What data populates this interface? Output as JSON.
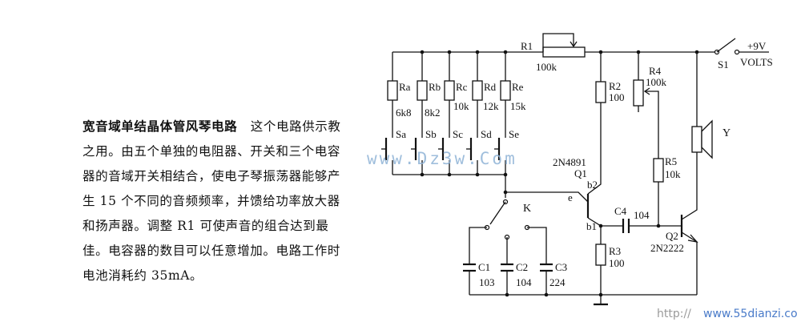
{
  "description": {
    "title": "宽音域单结晶体管风琴电路",
    "body": "这个电路供示教之用。由五个单独的电阻器、开关和三个电容器的音域开关相结合，使电子琴振荡器能够产生 15 个不同的音频频率，并馈给功率放大器和扬声器。调整 R1 可使声音的组合达到最佳。电容器的数目可以任意增加。电路工作时电池消耗约 35mA。"
  },
  "labels": {
    "r1": "R1",
    "r1_val": "100k",
    "s1": "S1",
    "vplus": "+9V",
    "volts": "VOLTS",
    "ra": "Ra",
    "ra_val": "6k8",
    "rb": "Rb",
    "rb_val": "8k2",
    "rc": "Rc",
    "rc_val": "10k",
    "rd": "Rd",
    "rd_val": "12k",
    "re": "Re",
    "re_val": "15k",
    "sa": "Sa",
    "sb": "Sb",
    "sc": "Sc",
    "sd": "Sd",
    "se": "Se",
    "r2": "R2",
    "r2_val": "100",
    "r4": "R4",
    "r4_val": "100k",
    "r5": "R5",
    "r5_val": "10k",
    "r3": "R3",
    "r3_val": "100",
    "q1_type": "2N4891",
    "q1": "Q1",
    "e": "e",
    "b1": "b1",
    "b2": "b2",
    "k": "K",
    "c1": "C1",
    "c1_val": "103",
    "c2": "C2",
    "c2_val": "104",
    "c3": "C3",
    "c3_val": "224",
    "c4": "C4",
    "c4_val": "104",
    "q2": "Q2",
    "q2_type": "2N2222",
    "y": "Y"
  },
  "watermarks": {
    "center": "www.Dz3w.Com",
    "prefix": "http://",
    "site": "www.55dianzi.com"
  }
}
